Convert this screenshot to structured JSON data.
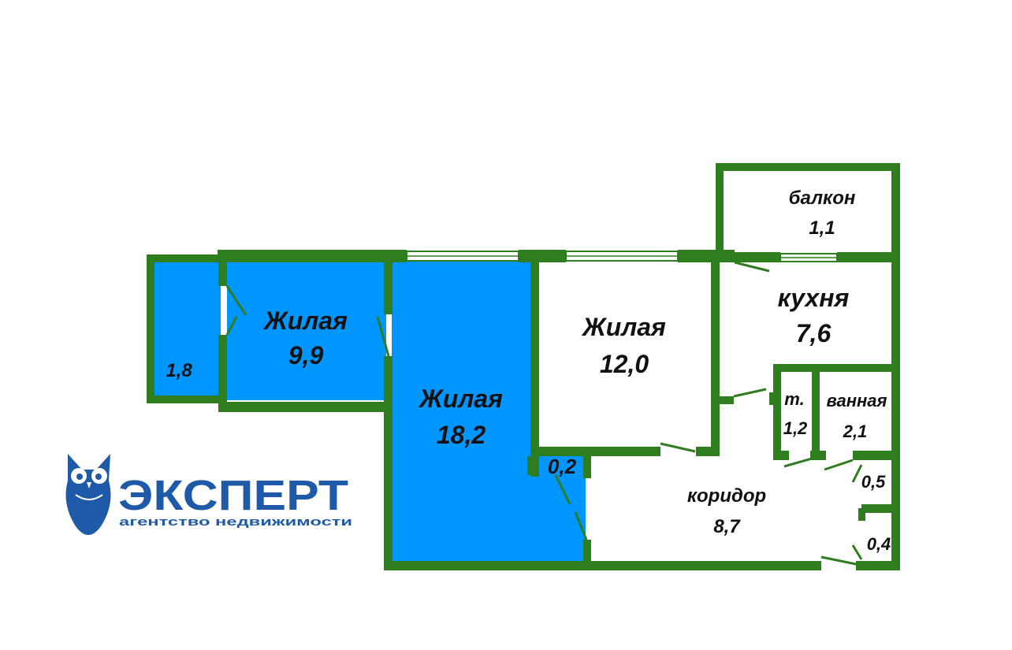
{
  "rooms": {
    "closet_small": {
      "area": "1,8",
      "fill": "#0096ff"
    },
    "living_1": {
      "name": "Жилая",
      "area": "9,9",
      "fill": "#0096ff"
    },
    "living_2": {
      "name": "Жилая",
      "area": "18,2",
      "fill": "#0096ff"
    },
    "pantry": {
      "area": "0,2",
      "fill": "#0096ff"
    },
    "living_3": {
      "name": "Жилая",
      "area": "12,0"
    },
    "balcony": {
      "name": "балкон",
      "area": "1,1"
    },
    "kitchen": {
      "name": "кухня",
      "area": "7,6"
    },
    "toilet": {
      "name": "т.",
      "area": "1,2"
    },
    "bathroom": {
      "name": "ванная",
      "area": "2,1"
    },
    "corridor": {
      "name": "коридор",
      "area": "8,7"
    },
    "niche_1": {
      "area": "0,5"
    },
    "niche_2": {
      "area": "0,4"
    }
  },
  "colors": {
    "wall": "#2e7d1f",
    "room_highlight": "#0096ff",
    "logo": "#1e5aa8"
  },
  "logo": {
    "word": "ЭКСПЕРТ",
    "tagline": "агентство недвижимости",
    "icon": "owl-icon"
  }
}
